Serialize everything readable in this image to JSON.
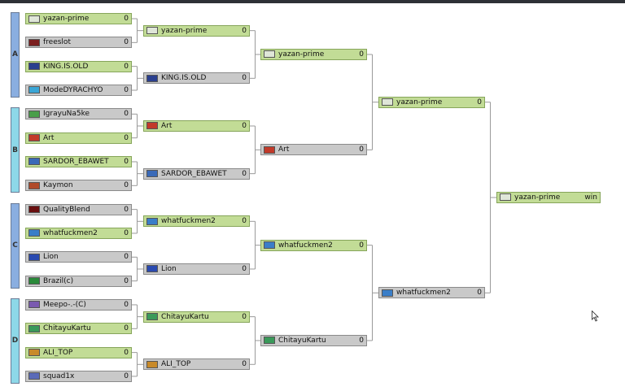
{
  "groups": [
    {
      "label": "A",
      "color": "#8aaee0"
    },
    {
      "label": "B",
      "color": "#8dd8e8"
    },
    {
      "label": "C",
      "color": "#8aaee0"
    },
    {
      "label": "D",
      "color": "#8dd8e8"
    }
  ],
  "rounds": [
    [
      {
        "name": "yazan-prime",
        "score": "0",
        "win": true,
        "icon": "#dfe6d8"
      },
      {
        "name": "freeslot",
        "score": "0",
        "win": false,
        "icon": "#7a1e1e"
      },
      {
        "name": "KING.IS.OLD",
        "score": "0",
        "win": true,
        "icon": "#2a3f8e"
      },
      {
        "name": "ModeDYRACHYO",
        "score": "0",
        "win": false,
        "icon": "#3aa6d6"
      },
      {
        "name": "IgrayuNa5ke",
        "score": "0",
        "win": false,
        "icon": "#4a9e4a"
      },
      {
        "name": "Art",
        "score": "0",
        "win": true,
        "icon": "#c23a2a"
      },
      {
        "name": "SARDOR_EBAWET",
        "score": "0",
        "win": true,
        "icon": "#3a6ab8"
      },
      {
        "name": "Kaymon",
        "score": "0",
        "win": false,
        "icon": "#b04a2a"
      },
      {
        "name": "QualityBlend",
        "score": "0",
        "win": false,
        "icon": "#6a1010"
      },
      {
        "name": "whatfuckmen2",
        "score": "0",
        "win": true,
        "icon": "#3a7ec8"
      },
      {
        "name": "Lion",
        "score": "0",
        "win": false,
        "icon": "#2a4ab0"
      },
      {
        "name": "Brazil(c)",
        "score": "0",
        "win": false,
        "icon": "#2a8a3a"
      },
      {
        "name": "Meepo-.-(C)",
        "score": "0",
        "win": false,
        "icon": "#7a5ab0"
      },
      {
        "name": "ChitayuKartu",
        "score": "0",
        "win": true,
        "icon": "#3a9a5a"
      },
      {
        "name": "ALI_TOP",
        "score": "0",
        "win": true,
        "icon": "#c88a2a"
      },
      {
        "name": "squad1x",
        "score": "0",
        "win": false,
        "icon": "#5a6ab8"
      }
    ],
    [
      {
        "name": "yazan-prime",
        "score": "0",
        "win": true,
        "icon": "#dfe6d8"
      },
      {
        "name": "KING.IS.OLD",
        "score": "0",
        "win": false,
        "icon": "#2a3f8e"
      },
      {
        "name": "Art",
        "score": "0",
        "win": true,
        "icon": "#c23a2a"
      },
      {
        "name": "SARDOR_EBAWET",
        "score": "0",
        "win": false,
        "icon": "#3a6ab8"
      },
      {
        "name": "whatfuckmen2",
        "score": "0",
        "win": true,
        "icon": "#3a7ec8"
      },
      {
        "name": "Lion",
        "score": "0",
        "win": false,
        "icon": "#2a4ab0"
      },
      {
        "name": "ChitayuKartu",
        "score": "0",
        "win": true,
        "icon": "#3a9a5a"
      },
      {
        "name": "ALI_TOP",
        "score": "0",
        "win": false,
        "icon": "#c88a2a"
      }
    ],
    [
      {
        "name": "yazan-prime",
        "score": "0",
        "win": true,
        "icon": "#dfe6d8"
      },
      {
        "name": "Art",
        "score": "0",
        "win": false,
        "icon": "#c23a2a"
      },
      {
        "name": "whatfuckmen2",
        "score": "0",
        "win": true,
        "icon": "#3a7ec8"
      },
      {
        "name": "ChitayuKartu",
        "score": "0",
        "win": false,
        "icon": "#3a9a5a"
      }
    ],
    [
      {
        "name": "yazan-prime",
        "score": "0",
        "win": true,
        "icon": "#dfe6d8"
      },
      {
        "name": "whatfuckmen2",
        "score": "0",
        "win": false,
        "icon": "#3a7ec8"
      }
    ],
    [
      {
        "name": "yazan-prime",
        "score": "win",
        "win": true,
        "icon": "#dfe6d8"
      }
    ]
  ],
  "colors": {
    "win_bg": "#c2dc96",
    "lose_bg": "#c9c9c9",
    "connector": "#9a9a9a"
  }
}
